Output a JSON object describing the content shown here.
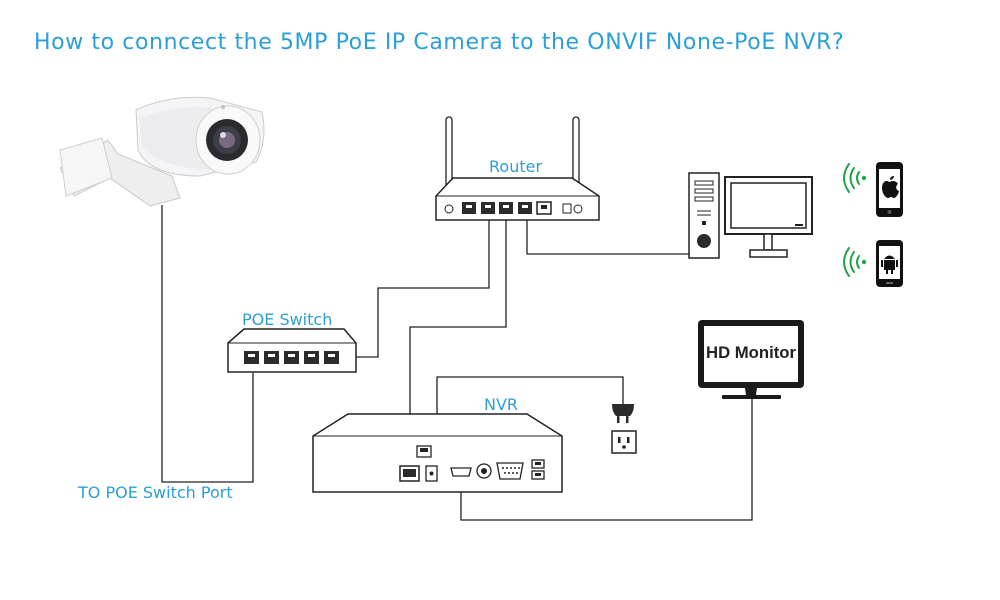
{
  "title": "How to conncect the 5MP PoE IP Camera to the ONVIF None-PoE NVR?",
  "labels": {
    "router": "Router",
    "poe_switch": "POE Switch",
    "nvr": "NVR",
    "to_poe_port": "TO POE Switch Port",
    "hd_monitor": "HD Monitor"
  },
  "colors": {
    "accent": "#2a9fd8",
    "line": "#222222",
    "device_fill": "#ffffff",
    "camera_body": "#f2f2f4"
  },
  "icons": [
    "ip-camera-icon",
    "router-icon",
    "poe-switch-icon",
    "nvr-icon",
    "desktop-pc-icon",
    "iphone-icon",
    "android-phone-icon",
    "hd-monitor-icon",
    "power-plug-icon",
    "wall-outlet-icon"
  ]
}
